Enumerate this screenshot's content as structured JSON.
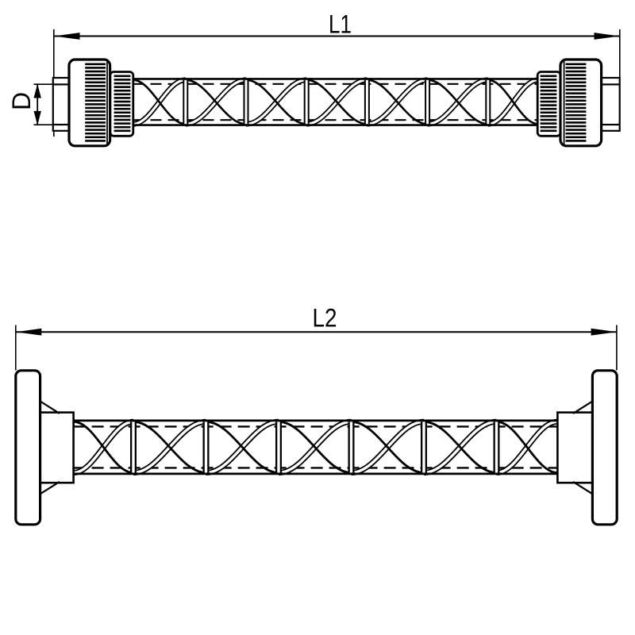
{
  "page": {
    "background": "#ffffff",
    "line_color": "#000000"
  },
  "drawings": {
    "top": {
      "description": "static mixer with threaded (knurled nut) end connectors, side view",
      "labels": {
        "length": "L1",
        "diameter": "D"
      },
      "mixer_element_count": 7
    },
    "bottom": {
      "description": "static mixer with flanged end connectors, side view",
      "labels": {
        "length": "L2"
      },
      "mixer_element_count": 7
    }
  }
}
